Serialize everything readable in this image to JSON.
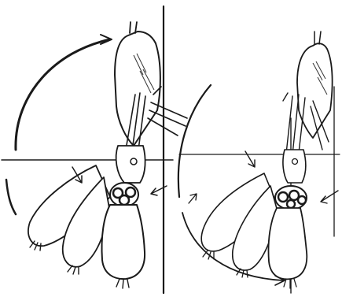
{
  "figure": {
    "panels": [
      {
        "id": "left",
        "description_name": "animal-rotation-left"
      },
      {
        "id": "right",
        "description_name": "animal-rotation-right"
      }
    ],
    "ink_color": "#1a1a1a",
    "paper_color": "#ffffff"
  }
}
